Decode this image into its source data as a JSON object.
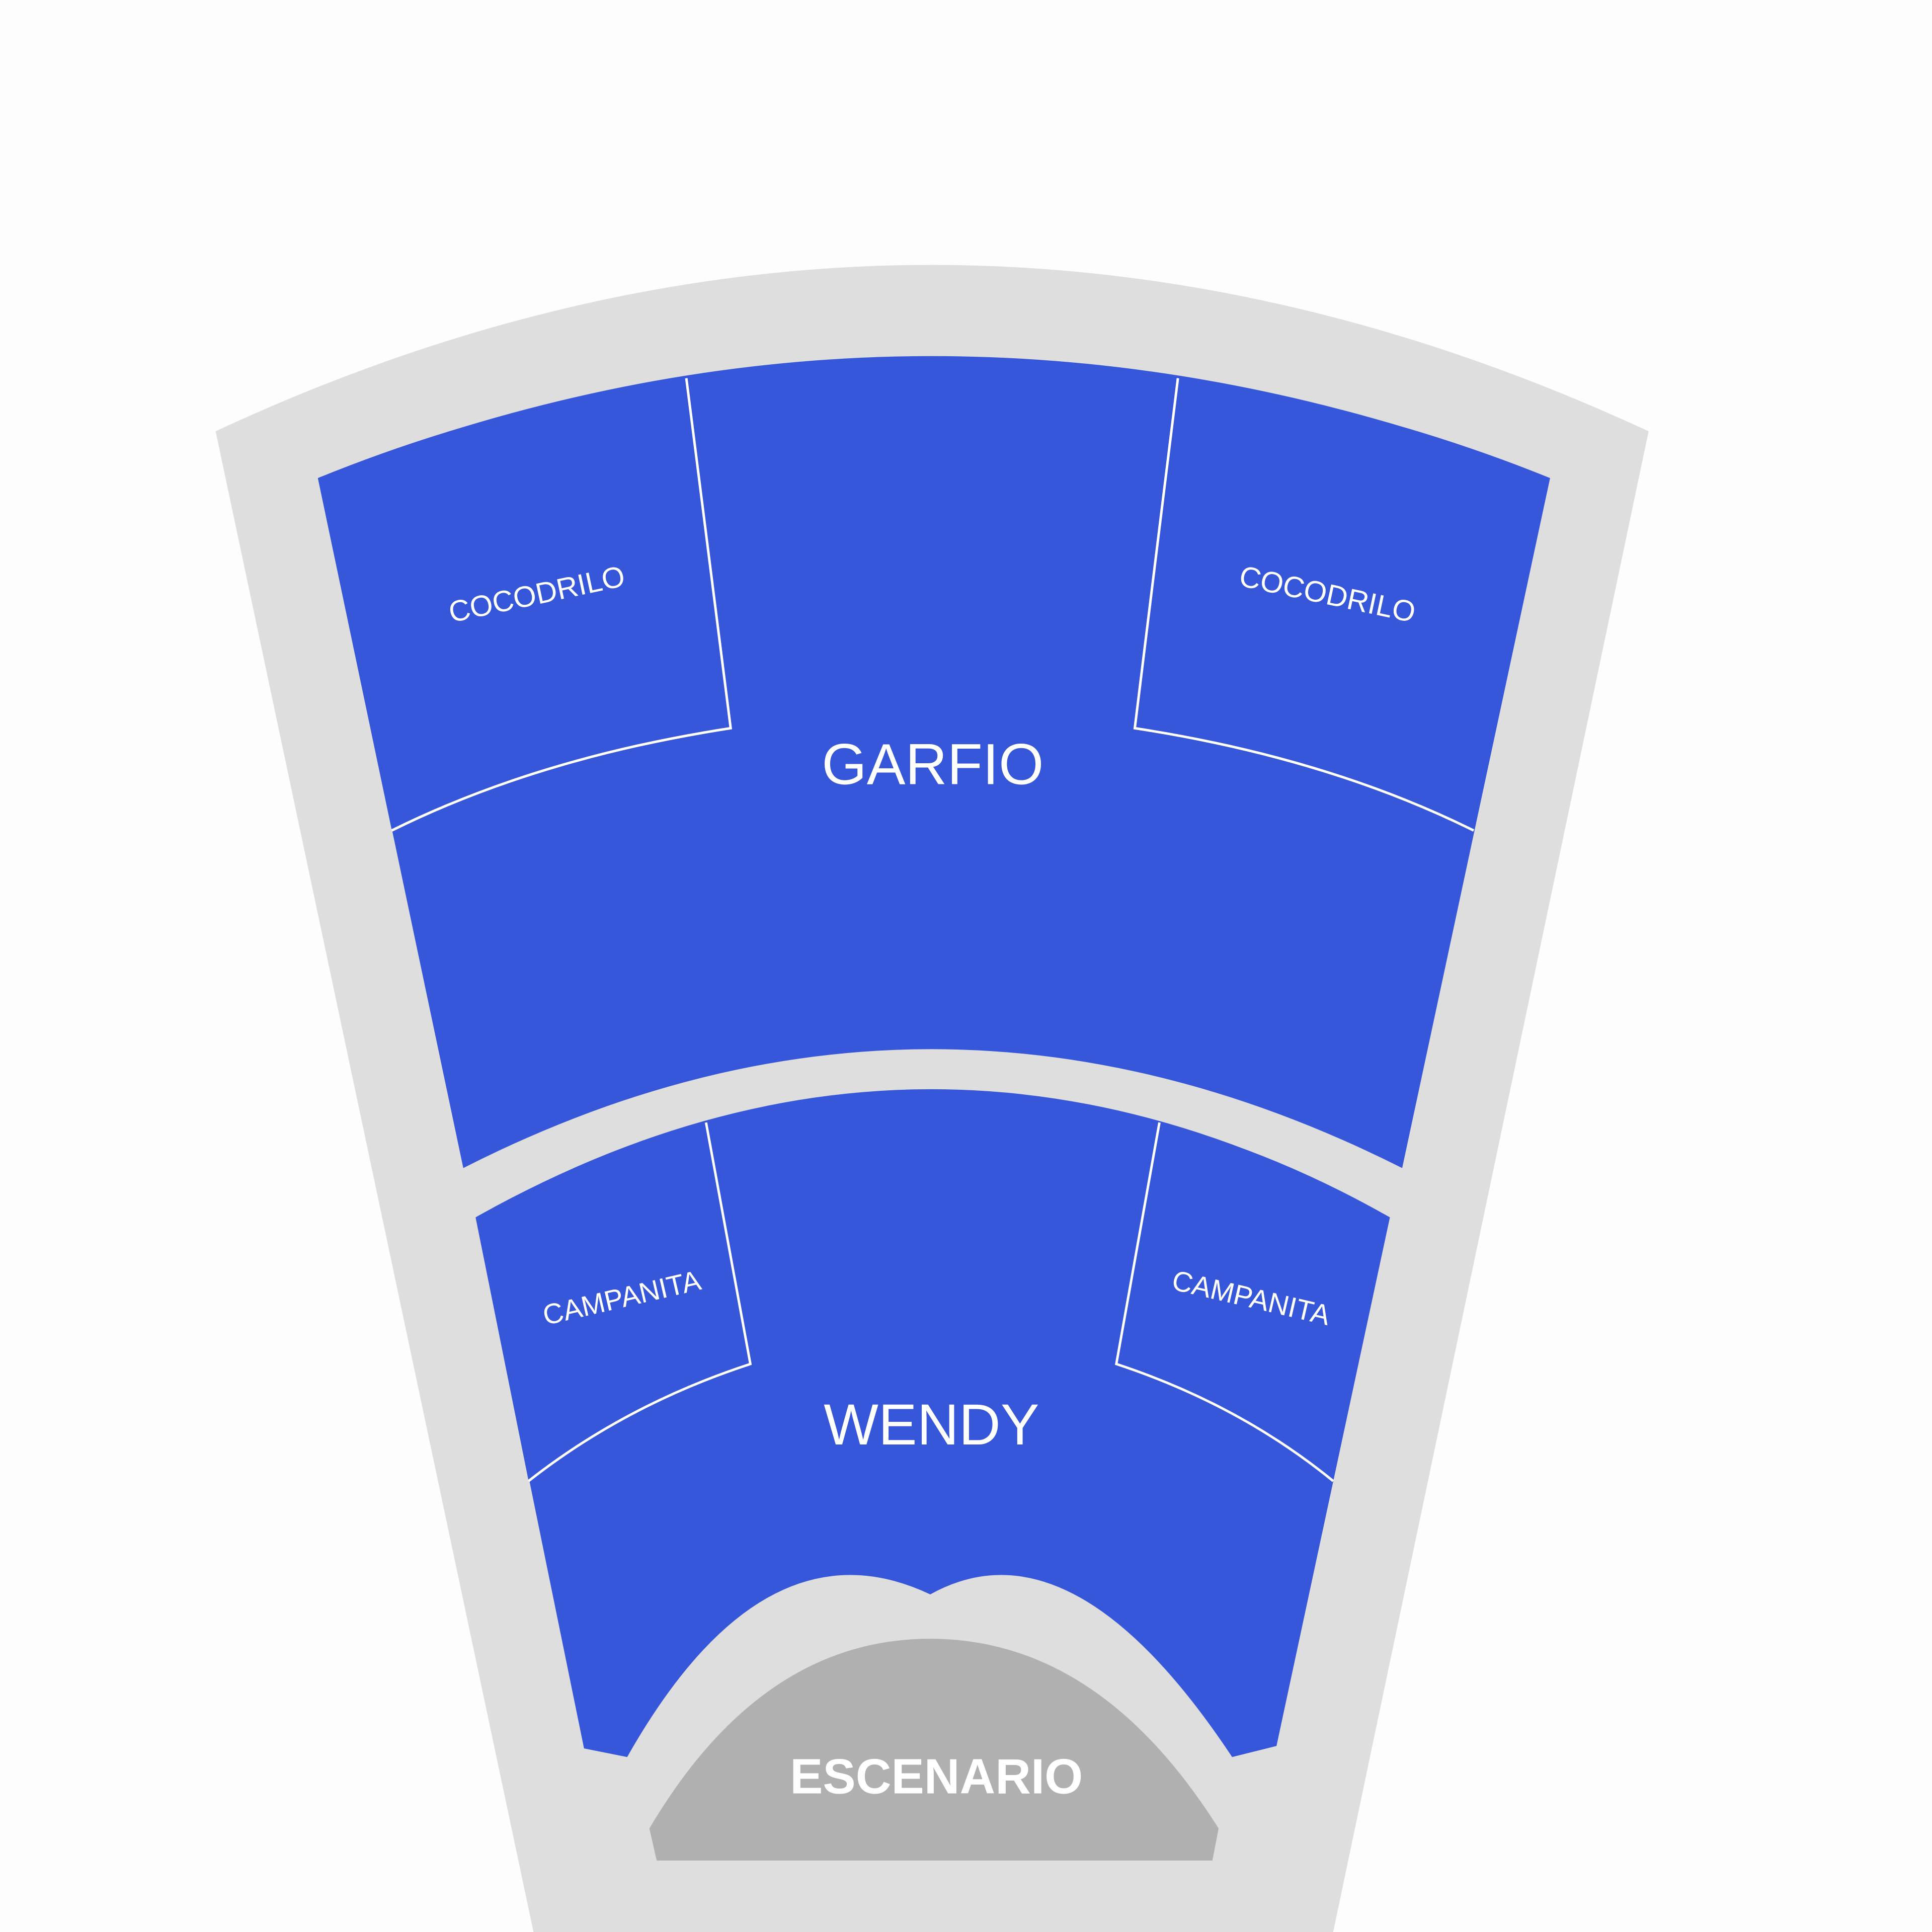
{
  "map": {
    "colors": {
      "background": "#fdfdfd",
      "venue": "#dedede",
      "section": "#3757db",
      "divider": "#ffffff",
      "stage": "#b0b0b0",
      "label": "#ffffff"
    },
    "sections": {
      "garfio": {
        "label": "GARFIO"
      },
      "cocodrilo_left": {
        "label": "COCODRILO"
      },
      "cocodrilo_right": {
        "label": "COCODRILO"
      },
      "wendy": {
        "label": "WENDY"
      },
      "campanita_left": {
        "label": "CAMPANITA"
      },
      "campanita_right": {
        "label": "CAMPANITA"
      }
    },
    "stage": {
      "label": "ESCENARIO"
    }
  }
}
